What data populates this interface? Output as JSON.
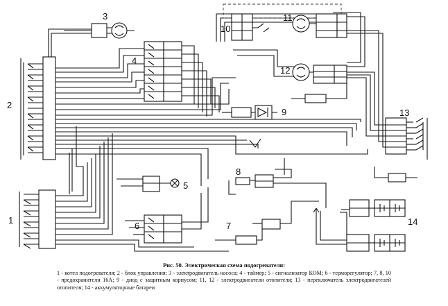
{
  "labels": {
    "n1": "1",
    "n2": "2",
    "n3": "3",
    "n4": "4",
    "n5": "5",
    "n6": "6",
    "n7": "7",
    "n8": "8",
    "n9": "9",
    "n10": "10",
    "n11": "11",
    "n12": "12",
    "n13": "13",
    "n14": "14"
  },
  "caption": {
    "title": "Рис. 50. Электрическая схема подогревателя:",
    "text": "1 - котел подогревателя; 2 - блок управления; 3 - электродвигатель насоса; 4 - таймер; 5 - сигнализатор КОМ; 6 - терморегулятор; 7, 8, 10 - предохранители 16А; 9 - диод с защитным корпусом; 11, 12 - электродвигатели отопителя; 13 - переключатель электродвигателей отопителя; 14 - аккумуляторные батареи"
  }
}
